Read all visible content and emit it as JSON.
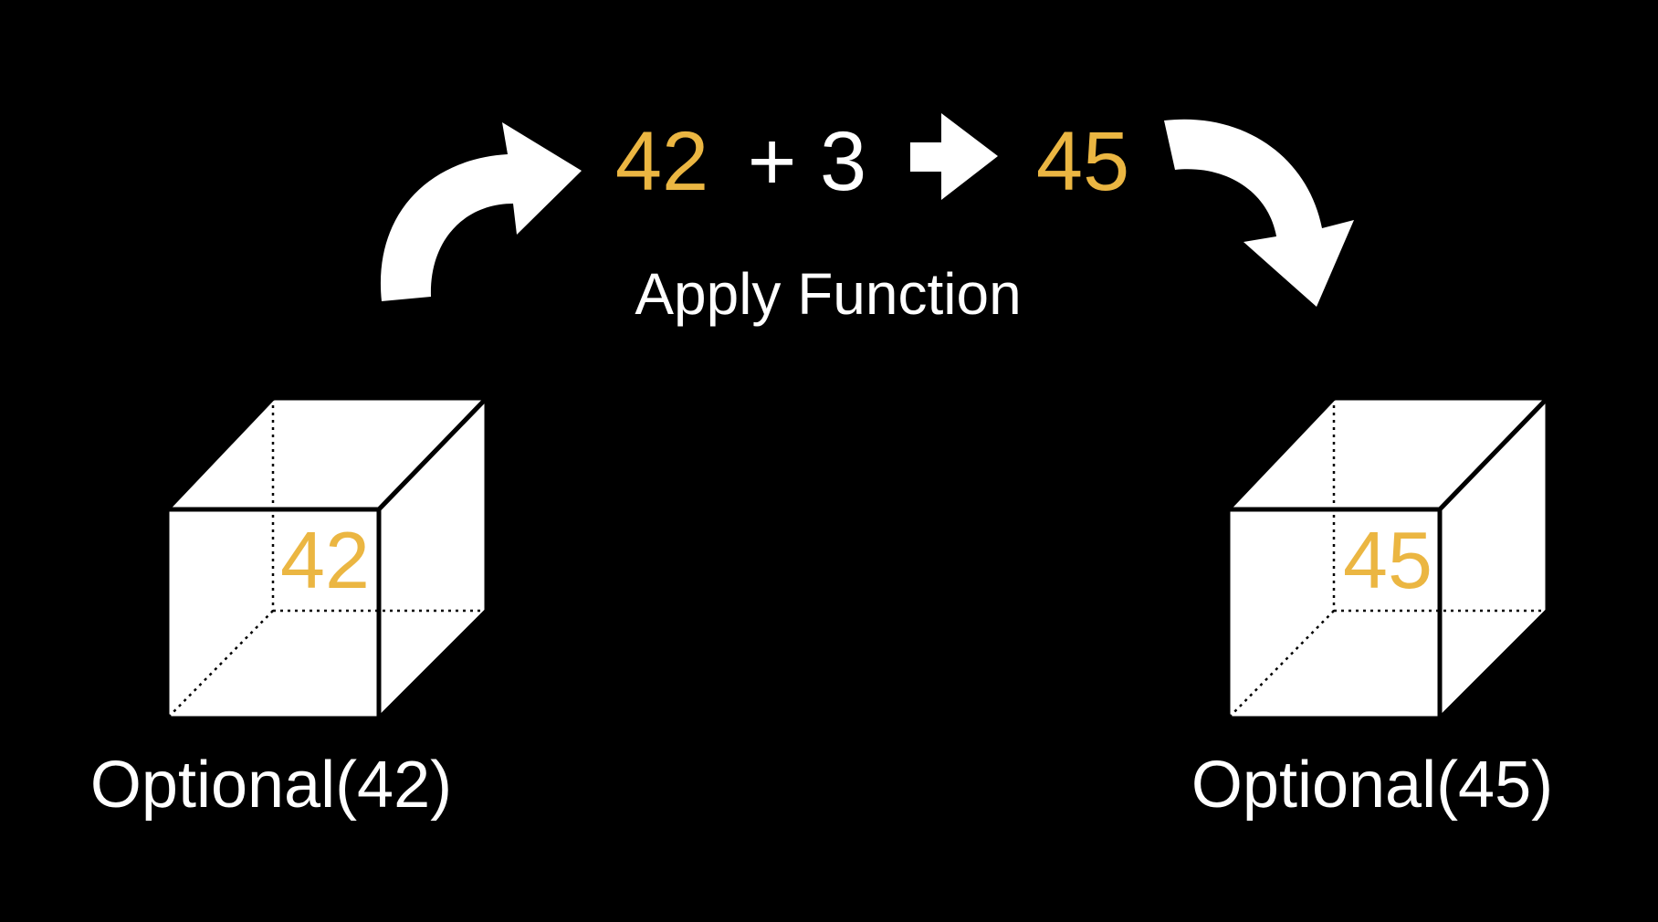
{
  "colors": {
    "background": "#000000",
    "foreground": "#FFFFFF",
    "value": "#EBB642"
  },
  "input_box": {
    "value": "42",
    "label": "Optional(42)"
  },
  "output_box": {
    "value": "45",
    "label": "Optional(45)"
  },
  "function": {
    "input_value": "42",
    "operation": "+ 3",
    "result": "45",
    "caption": "Apply Function"
  },
  "icons": [
    "curved-arrow-up-right-icon",
    "right-arrow-icon",
    "curved-arrow-down-right-icon",
    "open-box-icon"
  ]
}
